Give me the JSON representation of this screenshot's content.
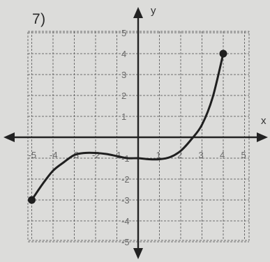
{
  "problem": {
    "number": "7)"
  },
  "chart_data": {
    "type": "line",
    "title": "",
    "xlabel": "x",
    "ylabel": "y",
    "xlim": [
      -5,
      5
    ],
    "ylim": [
      -5,
      5
    ],
    "grid": true,
    "x_ticks": [
      -5,
      -4,
      -3,
      -2,
      -1,
      1,
      2,
      3,
      4,
      5
    ],
    "x_tick_labels": [
      "-5",
      "-4",
      "-3",
      "-2",
      "-1",
      "1",
      "2",
      "3",
      "4",
      "5"
    ],
    "y_ticks": [
      5,
      4,
      3,
      2,
      1,
      -1,
      -2,
      -3,
      -4,
      -5
    ],
    "y_tick_labels": [
      "5",
      "4",
      "3",
      "2",
      "1",
      "-1",
      "-2",
      "-3",
      "-4",
      "-5"
    ],
    "series": [
      {
        "x": [
          -5,
          -4.5,
          -4,
          -3.5,
          -3,
          -2.5,
          -2,
          -1.5,
          -1,
          -0.5,
          0,
          0.5,
          1,
          1.5,
          2,
          2.5,
          3,
          3.5,
          4
        ],
        "y": [
          -3,
          -2.25,
          -1.6,
          -1.2,
          -0.85,
          -0.75,
          -0.75,
          -0.8,
          -0.9,
          -1.0,
          -1.0,
          -1.05,
          -1.05,
          -0.95,
          -0.65,
          -0.1,
          0.6,
          1.9,
          4
        ],
        "endpoints": [
          [
            -5,
            -3
          ],
          [
            4,
            4
          ]
        ]
      }
    ]
  }
}
